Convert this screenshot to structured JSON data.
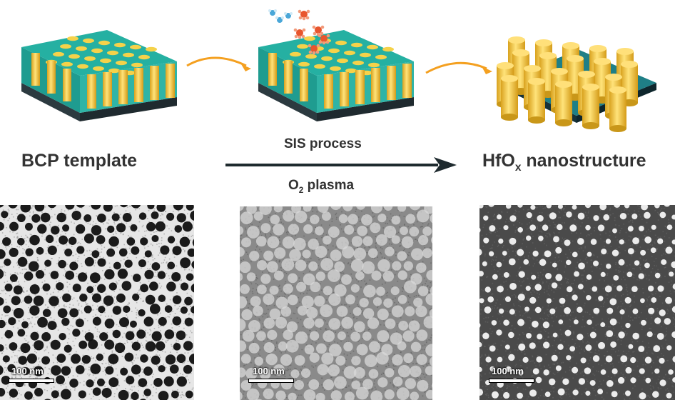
{
  "labels": {
    "template": "BCP template",
    "process_top": "SIS process",
    "process_bottom_prefix": "O",
    "process_bottom_sub": "2",
    "process_bottom_suffix": " plasma",
    "result_prefix": "HfO",
    "result_sub": "x",
    "result_suffix": " nanostructure"
  },
  "micrographs": [
    {
      "scale_label": "100 nm"
    },
    {
      "scale_label": "100 nm"
    },
    {
      "scale_label": "100 nm"
    }
  ],
  "colors": {
    "teal": "#1fa79a",
    "teal_dark": "#117a70",
    "teal_top": "#2bbfb0",
    "base_dark": "#243238",
    "gold": "#f5d24a",
    "gold_dark": "#d1a523",
    "arrow_orange": "#f4a020",
    "text": "#333333",
    "precursor_red": "#e8552d",
    "water_blue": "#4aa7d8"
  }
}
